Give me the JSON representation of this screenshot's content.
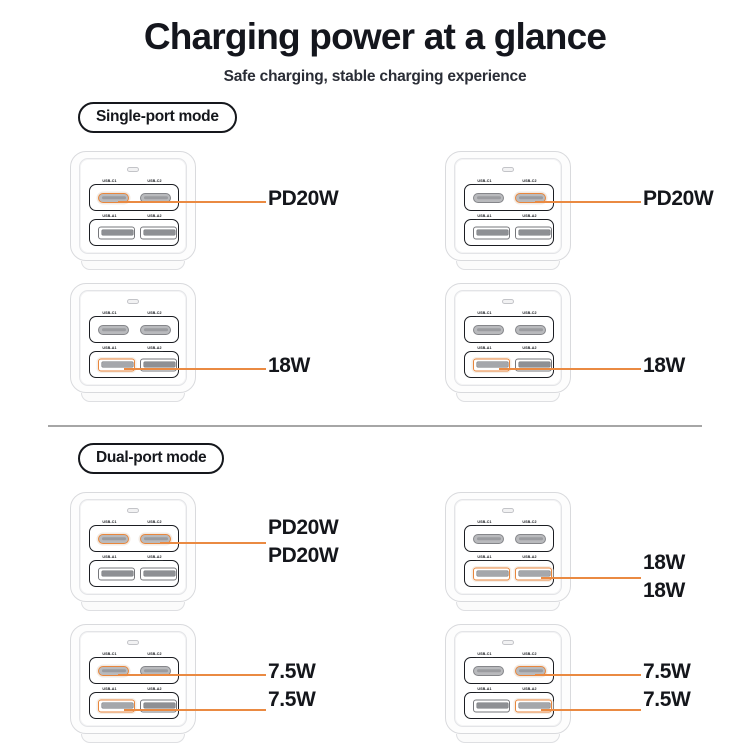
{
  "header": {
    "title": "Charging power at a glance",
    "subtitle": "Safe charging, stable charging experience"
  },
  "accent_color": "#e8863c",
  "port_labels": {
    "c1": "USB-C1",
    "c2": "USB-C2",
    "a1": "USB-A1",
    "a2": "USB-A2"
  },
  "sections": [
    {
      "label": "Single-port mode",
      "devices": [
        {
          "name": "single-c1",
          "active_ports": [
            "c1"
          ],
          "watts": [
            "PD20W"
          ],
          "leader_from": "c1"
        },
        {
          "name": "single-c2",
          "active_ports": [
            "c2"
          ],
          "watts": [
            "PD20W"
          ],
          "leader_from": "c2"
        },
        {
          "name": "single-a1",
          "active_ports": [
            "a1"
          ],
          "watts": [
            "18W"
          ],
          "leader_from": "a1"
        },
        {
          "name": "single-a2",
          "active_ports": [
            "a1"
          ],
          "watts": [
            "18W"
          ],
          "leader_from": "a1"
        }
      ]
    },
    {
      "label": "Dual-port mode",
      "devices": [
        {
          "name": "dual-c1-c2",
          "active_ports": [
            "c1",
            "c2"
          ],
          "watts": [
            "PD20W",
            "PD20W"
          ],
          "leader_from": "c2"
        },
        {
          "name": "dual-a1-a2",
          "active_ports": [
            "a1",
            "a2"
          ],
          "watts": [
            "18W",
            "18W"
          ],
          "leader_from": "a2"
        },
        {
          "name": "dual-c1-a1",
          "active_ports": [
            "c1",
            "a1"
          ],
          "watts": [
            "7.5W",
            "7.5W"
          ],
          "leader_from": "split-left"
        },
        {
          "name": "dual-c2-a2",
          "active_ports": [
            "c2",
            "a2"
          ],
          "watts": [
            "7.5W",
            "7.5W"
          ],
          "leader_from": "split-right"
        }
      ]
    }
  ]
}
